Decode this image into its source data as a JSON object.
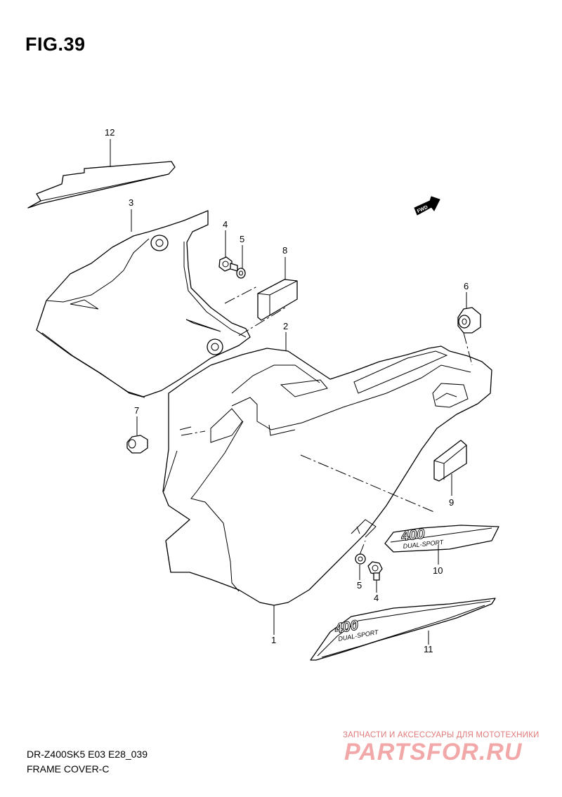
{
  "figure": {
    "title": "FIG.39",
    "model_code": "DR-Z400SK5 E03 E28_039",
    "assembly_name": "FRAME COVER-C"
  },
  "fwd_label": "FWD",
  "callouts": [
    {
      "ref": "12",
      "name": "callout-12"
    },
    {
      "ref": "3",
      "name": "callout-3"
    },
    {
      "ref": "4",
      "name": "callout-4-top"
    },
    {
      "ref": "5",
      "name": "callout-5-top"
    },
    {
      "ref": "8",
      "name": "callout-8"
    },
    {
      "ref": "6",
      "name": "callout-6"
    },
    {
      "ref": "2",
      "name": "callout-2"
    },
    {
      "ref": "7",
      "name": "callout-7"
    },
    {
      "ref": "9",
      "name": "callout-9"
    },
    {
      "ref": "10",
      "name": "callout-10"
    },
    {
      "ref": "5",
      "name": "callout-5-bottom"
    },
    {
      "ref": "4",
      "name": "callout-4-bottom"
    },
    {
      "ref": "1",
      "name": "callout-1"
    },
    {
      "ref": "11",
      "name": "callout-11"
    }
  ],
  "emblem_text": {
    "number": "400",
    "script": "DUAL-SPORT"
  },
  "watermark": {
    "tagline": "ЗАПЧАСТИ И АКСЕССУАРЫ ДЛЯ МОТОТЕХНИКИ",
    "logo": "PARTSFOR.RU",
    "color": "#f2a8a8"
  }
}
